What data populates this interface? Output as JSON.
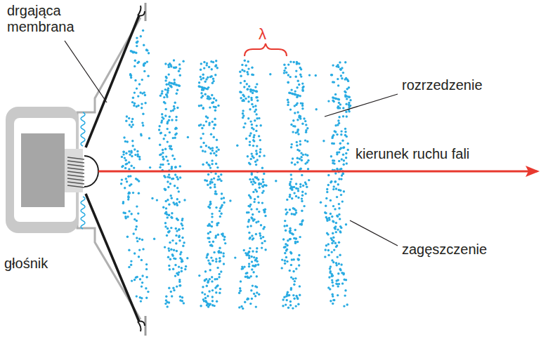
{
  "diagram": {
    "labels": [
      "drgająca membrana",
      "λ",
      "rozrzedzenie",
      "kierunek ruchu fali",
      "zagęszczenie",
      "głośnik"
    ]
  }
}
